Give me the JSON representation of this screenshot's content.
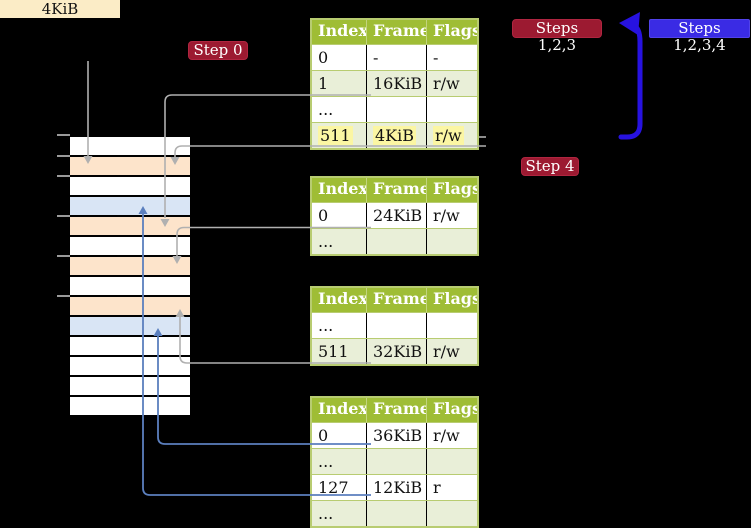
{
  "labels": {
    "memory_size": "4KiB",
    "step0": "Step 0",
    "steps123": "Steps 1,2,3",
    "step4": "Step 4",
    "steps1234": "Steps 1,2,3,4"
  },
  "colors": {
    "background": "#000000",
    "table_header_bg": "#9fbd35",
    "table_border": "#b8cc71",
    "table_row_shaded": "#e9efd8",
    "highlight_yellow": "#fbf6a3",
    "memory_row_orange": "#fde4cb",
    "memory_row_blue": "#d9e5f5",
    "memory_label_bg": "#fbecc6",
    "step_label_red_bg": "#9c1a31",
    "step_label_blue_bg": "#3a2be4",
    "connector_gray": "#b0b0b0",
    "connector_blue": "#5b7fbe",
    "big_arrow_blue": "#2712e0"
  },
  "memory_column": {
    "rows": [
      "white",
      "orange",
      "white",
      "blue",
      "orange",
      "white",
      "orange",
      "white",
      "orange",
      "blue",
      "white",
      "white",
      "white",
      "white"
    ]
  },
  "tables": [
    {
      "name": "page-table-1",
      "headers": [
        "Index",
        "Frame",
        "Flags"
      ],
      "rows": [
        {
          "cells": [
            "0",
            "-",
            "-"
          ],
          "shaded": false,
          "highlighted": false
        },
        {
          "cells": [
            "1",
            "16KiB",
            "r/w"
          ],
          "shaded": true,
          "highlighted": false
        },
        {
          "cells": [
            "...",
            "",
            ""
          ],
          "shaded": false,
          "highlighted": false
        },
        {
          "cells": [
            "511",
            "4KiB",
            "r/w"
          ],
          "shaded": true,
          "highlighted": true
        }
      ]
    },
    {
      "name": "page-table-2",
      "headers": [
        "Index",
        "Frame",
        "Flags"
      ],
      "rows": [
        {
          "cells": [
            "0",
            "24KiB",
            "r/w"
          ],
          "shaded": false,
          "highlighted": false
        },
        {
          "cells": [
            "...",
            "",
            ""
          ],
          "shaded": true,
          "highlighted": false
        }
      ]
    },
    {
      "name": "page-table-3",
      "headers": [
        "Index",
        "Frame",
        "Flags"
      ],
      "rows": [
        {
          "cells": [
            "...",
            "",
            ""
          ],
          "shaded": false,
          "highlighted": false
        },
        {
          "cells": [
            "511",
            "32KiB",
            "r/w"
          ],
          "shaded": true,
          "highlighted": false
        }
      ]
    },
    {
      "name": "page-table-4",
      "headers": [
        "Index",
        "Frame",
        "Flags"
      ],
      "rows": [
        {
          "cells": [
            "0",
            "36KiB",
            "r/w"
          ],
          "shaded": false,
          "highlighted": false
        },
        {
          "cells": [
            "...",
            "",
            ""
          ],
          "shaded": true,
          "highlighted": false
        },
        {
          "cells": [
            "127",
            "12KiB",
            "r"
          ],
          "shaded": false,
          "highlighted": false
        },
        {
          "cells": [
            "...",
            "",
            ""
          ],
          "shaded": true,
          "highlighted": false
        }
      ]
    }
  ]
}
